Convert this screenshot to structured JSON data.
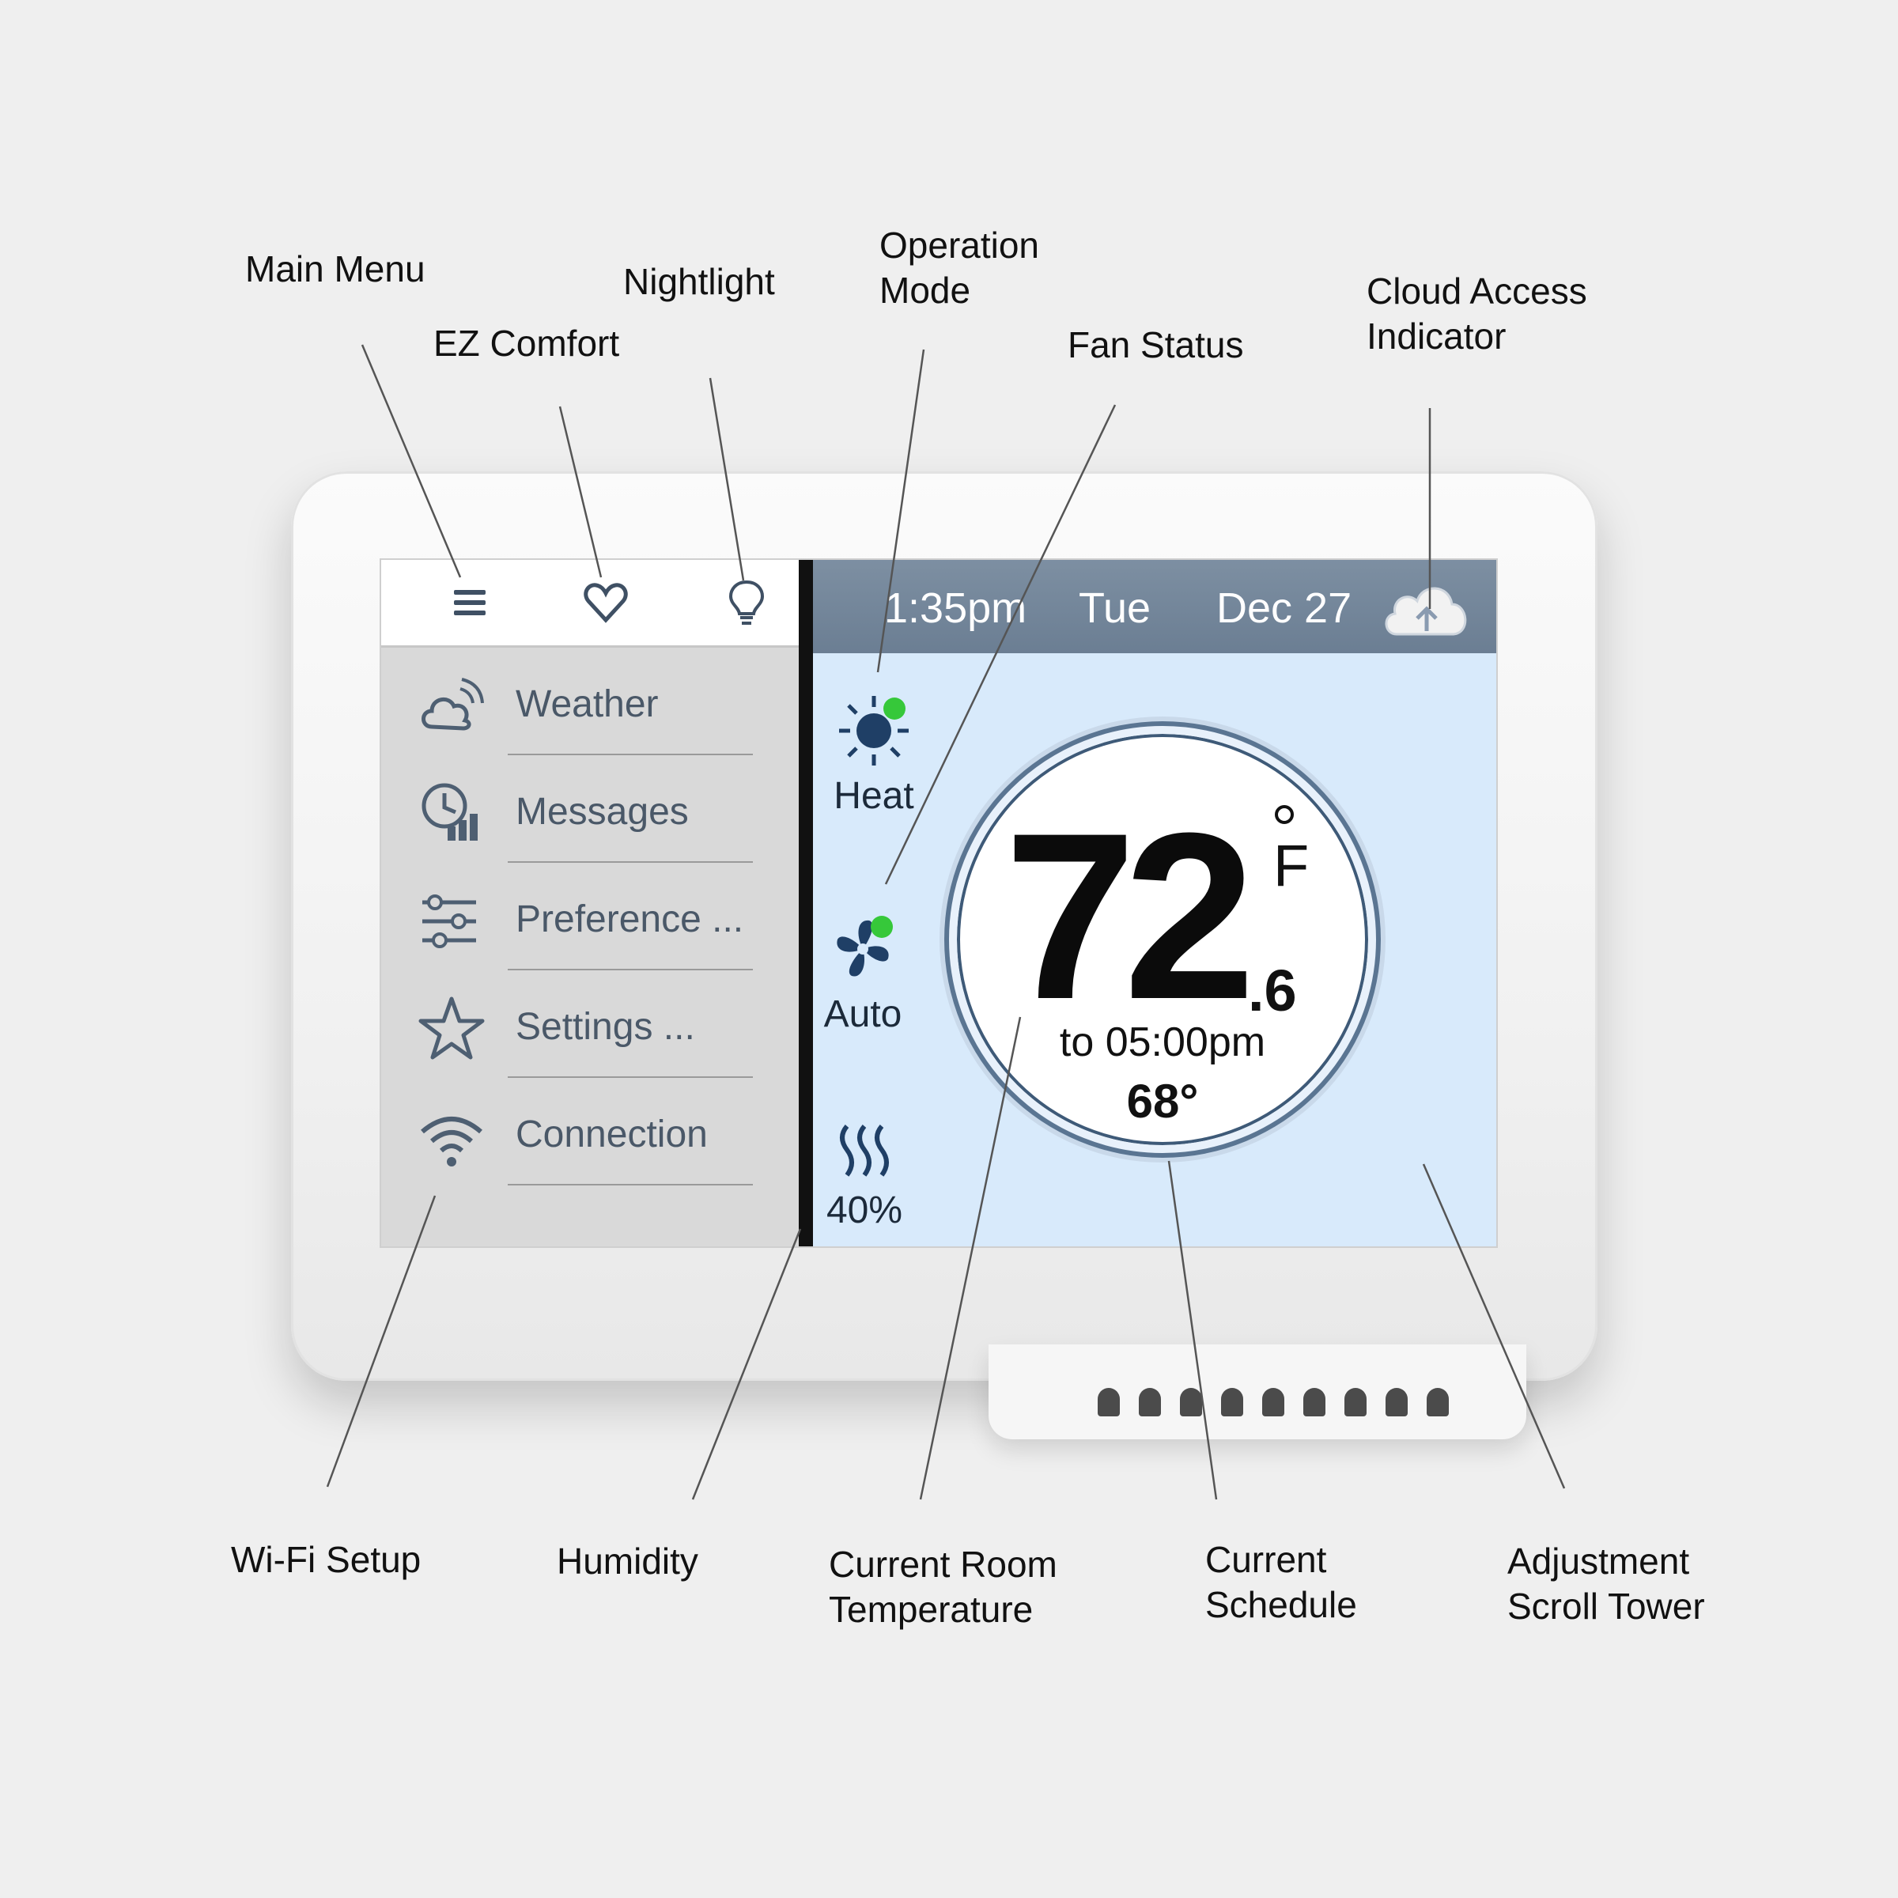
{
  "callouts": {
    "main_menu": "Main Menu",
    "ez_comfort": "EZ Comfort",
    "nightlight": "Nightlight",
    "operation_mode_1": "Operation",
    "operation_mode_2": "Mode",
    "fan_status": "Fan Status",
    "cloud_access_1": "Cloud Access",
    "cloud_access_2": "Indicator",
    "wifi_setup": "Wi-Fi Setup",
    "humidity": "Humidity",
    "current_room_1": "Current Room",
    "current_room_2": "Temperature",
    "current_schedule_1": "Current",
    "current_schedule_2": "Schedule",
    "adjustment_1": "Adjustment",
    "adjustment_2": "Scroll Tower"
  },
  "topbar_icons": [
    "menu-icon",
    "heart-icon",
    "lightbulb-icon"
  ],
  "menu": {
    "items": [
      {
        "label": "Weather",
        "icon": "weather-icon"
      },
      {
        "label": "Messages",
        "icon": "messages-icon"
      },
      {
        "label": "Preference ...",
        "icon": "sliders-icon"
      },
      {
        "label": "Settings ...",
        "icon": "star-icon"
      },
      {
        "label": "Connection",
        "icon": "wifi-icon"
      }
    ]
  },
  "status": {
    "time": "1:35pm",
    "day": "Tue",
    "date": "Dec 27",
    "cloud_icon": "cloud-upload-icon"
  },
  "mode": {
    "label": "Heat",
    "icon": "sun-icon"
  },
  "fan": {
    "label": "Auto",
    "icon": "fan-icon"
  },
  "humidity": {
    "value": "40%",
    "icon": "humidity-icon"
  },
  "temperature": {
    "whole": "72",
    "fraction": ".6",
    "unit": "F"
  },
  "schedule": {
    "time": "to 05:00pm",
    "setpoint": "68°"
  },
  "colors": {
    "statusbar": "#6b7e93",
    "main_bg": "#d8eafb",
    "menu_bg": "#d9d9d9",
    "indicator_on": "#36c83a",
    "icon_dark": "#1f3f66"
  }
}
